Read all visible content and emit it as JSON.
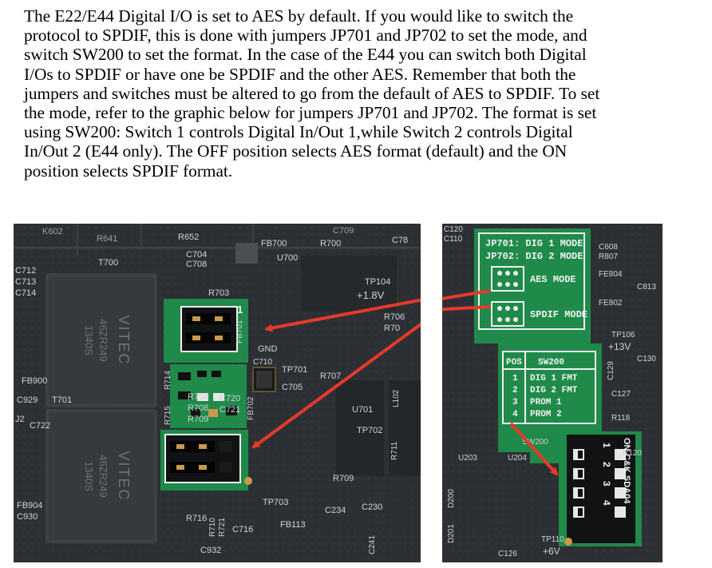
{
  "paragraph": {
    "lines": [
      "The E22/E44 Digital I/O is set to AES by default. If you would like to switch the",
      "protocol to SPDIF, this is done with jumpers JP701 and JP702 to set the mode, and",
      "switch SW200 to set the format. In the case of the E44 you can switch both Digital",
      "I/Os to SPDIF or have one be SPDIF and the other AES. Remember that both the",
      "jumpers and switches must be altered to go from the default of AES to SPDIF. To set",
      "the mode, refer to the graphic below for jumpers JP701 and JP702. The format is set",
      "using SW200: Switch 1 controls Digital In/Out 1,while Switch 2 controls Digital",
      "In/Out 2 (E44 only). The OFF position selects AES format (default) and the ON",
      "position selects SPDIF format."
    ]
  },
  "left_photo": {
    "labels": {
      "k602": "K602",
      "r641": "R641",
      "r652": "R652",
      "c709": "C709",
      "c78": "C78",
      "c712": "C712",
      "c713": "C713",
      "c714": "C714",
      "t700": "T700",
      "c704": "C704",
      "c708": "C708",
      "fb700": "FB700",
      "r700": "R700",
      "u700": "U700",
      "tp104": "TP104",
      "v18": "+1.8V",
      "gnd": "GND",
      "r703": "R703",
      "r706": "R706",
      "r70": "R70",
      "fb701": "FB701",
      "fb900": "FB900",
      "c929": "C929",
      "t701": "T701",
      "j2": "J2",
      "c722": "C722",
      "r714": "R714",
      "r715": "R715",
      "r704": "R704",
      "r708": "R708",
      "r709a": "R709",
      "c720": "C720",
      "c721": "C721",
      "tp701": "TP701",
      "r707": "R707",
      "c705": "C705",
      "c710": "C710",
      "u701": "U701",
      "l102": "L102",
      "tp702": "TP702",
      "r711": "R711",
      "fb702": "FB702",
      "r709": "R709",
      "fb904": "FB904",
      "c930": "C930",
      "tp703": "TP703",
      "c234": "C234",
      "c230": "C230",
      "fb113": "FB113",
      "r716": "R716",
      "r710": "R710",
      "r721": "R721",
      "c716": "C716",
      "c932": "C932",
      "c241": "C241",
      "pin1": "1"
    },
    "transformer": {
      "brand": "VITEC",
      "part": "46ZR249",
      "date": "1340S"
    }
  },
  "right_photo": {
    "labels": {
      "c120": "C120",
      "c110": "C110",
      "c608": "C608",
      "r807": "R807",
      "fe804": "FE804",
      "fe802": "FE802",
      "c813": "C813",
      "tp106": "TP106",
      "v13": "+13V",
      "c130": "C130",
      "c129": "C129",
      "c127": "C127",
      "r118": "R118",
      "r120": "R120",
      "u203": "U203",
      "u204": "U204",
      "d200": "D200",
      "d201": "D201",
      "tp110": "TP110",
      "v6": "+6V",
      "c126": "C126",
      "sw200_ref": "SW200"
    },
    "legend": {
      "jp701": "JP701: DIG 1 MODE",
      "jp702": "JP702: DIG 2 MODE",
      "aes_mode": "AES MODE",
      "spdif_mode": "SPDIF MODE"
    },
    "sw200_table": {
      "headers": [
        "POS",
        "SW200"
      ],
      "rows": [
        {
          "pos": "1",
          "label": "DIG 1 FMT"
        },
        {
          "pos": "2",
          "label": "DIG 2 FMT"
        },
        {
          "pos": "3",
          "label": "PROM 1"
        },
        {
          "pos": "4",
          "label": "PROM 2"
        }
      ]
    },
    "dip_switch": {
      "on_label": "ON",
      "maker": "C&K SDA04",
      "positions": [
        "1",
        "2",
        "3",
        "4"
      ]
    }
  },
  "colors": {
    "pcb": "#2e3236",
    "pcb_green": "#1f8a4a",
    "arrow": "#e8392b",
    "copper": "#c99a4a",
    "jumper_black": "#111111"
  }
}
